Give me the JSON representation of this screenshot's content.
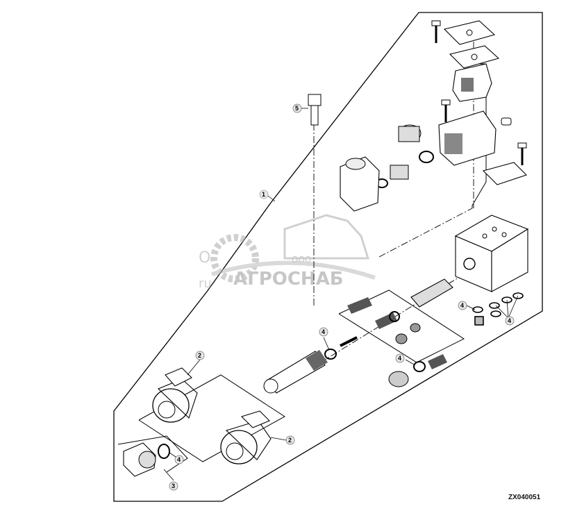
{
  "figure_code": "ZX040051",
  "callouts": {
    "c1": "1",
    "c2a": "2",
    "c2b": "2",
    "c3": "3",
    "c4a": "4",
    "c4b": "4",
    "c4c": "4",
    "c4d": "4",
    "c4e": "4",
    "c5": "5"
  },
  "watermark": {
    "company_small": "ООО",
    "company_name": "АГРОСНАБ",
    "fragment_top": "O",
    "fragment_bottom": "ru",
    "color": "#b5b5b5"
  },
  "colors": {
    "line": "#000000",
    "part_fill": "#ffffff",
    "shade": "#9a9a9a",
    "dark": "#3a3a3a",
    "callout_fill": "#e8e8e8"
  }
}
